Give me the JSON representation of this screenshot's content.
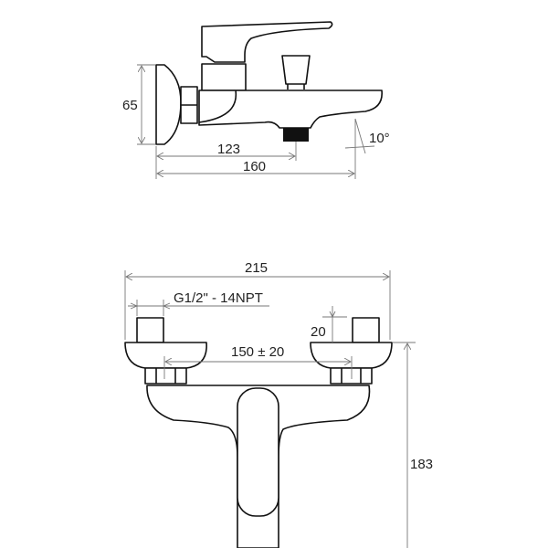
{
  "side_view": {
    "height_dim": "65",
    "outlet_dim": "123",
    "length_dim": "160",
    "angle_dim": "10°"
  },
  "front_view": {
    "width_dim": "215",
    "thread_label": "G1/2\" - 14NPT",
    "inlet_height_dim": "20",
    "center_distance_dim": "150 ± 20",
    "total_height_dim": "183"
  },
  "colors": {
    "outline": "#111111",
    "dimension": "#777777",
    "thread": "#111111"
  }
}
